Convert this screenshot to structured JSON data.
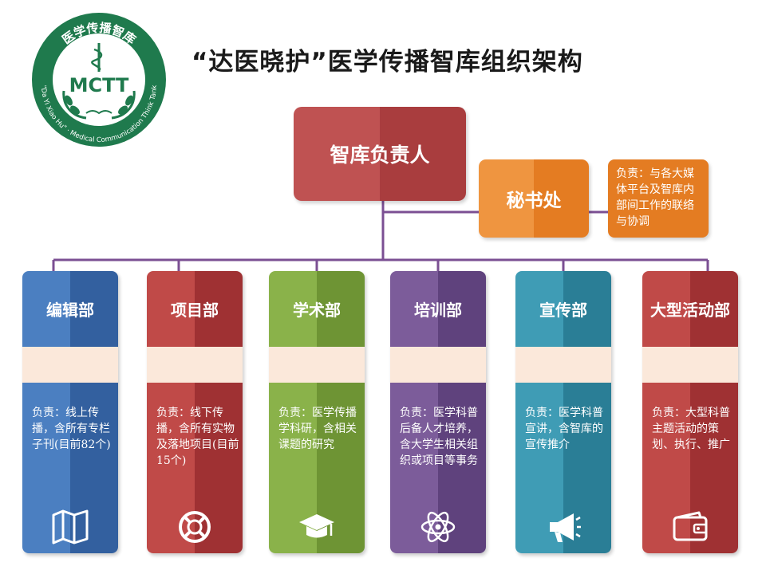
{
  "logo": {
    "cn_text": "医学传播智库",
    "en_text": "\"Da Yi Xiao Hu\" · Medical Communication Think Tank",
    "monogram": "MCTT",
    "color": "#1f7a4d"
  },
  "title": "“达医晓护”医学传播智库组织架构",
  "head": {
    "label": "智库负责人",
    "color": "#bf5252"
  },
  "secretariat": {
    "label": "秘书处",
    "note": "负责：与各大媒体平台及智库内部间工作的联络与协调",
    "color": "#e47c22"
  },
  "departments": [
    {
      "name": "编辑部",
      "desc": "负责：线上传播，含所有专栏子刊(目前82个)",
      "icon": "map-icon",
      "light": "#4b7fc1",
      "dark": "#33609f"
    },
    {
      "name": "项目部",
      "desc": "负责：线下传播，含所有实物及落地项目(目前15个)",
      "icon": "lifebuoy-icon",
      "light": "#c04a48",
      "dark": "#9f3133"
    },
    {
      "name": "学术部",
      "desc": "负责：医学传播学科研，含相关课题的研究",
      "icon": "graduation-cap-icon",
      "light": "#8ab24a",
      "dark": "#6e9434"
    },
    {
      "name": "培训部",
      "desc": "负责：医学科普后备人才培养，含大学生相关组织或项目等事务",
      "icon": "atom-icon",
      "light": "#7c5c9a",
      "dark": "#5f427d"
    },
    {
      "name": "宣传部",
      "desc": "负责：医学科普宣讲，含智库的宣传推介",
      "icon": "megaphone-icon",
      "light": "#3f9cb5",
      "dark": "#2a7e96"
    },
    {
      "name": "大型活动部",
      "desc": "负责：大型科普主题活动的策划、执行、推广",
      "icon": "wallet-icon",
      "light": "#c04a48",
      "dark": "#9f3133"
    }
  ],
  "connector_color": "#7b4f93"
}
